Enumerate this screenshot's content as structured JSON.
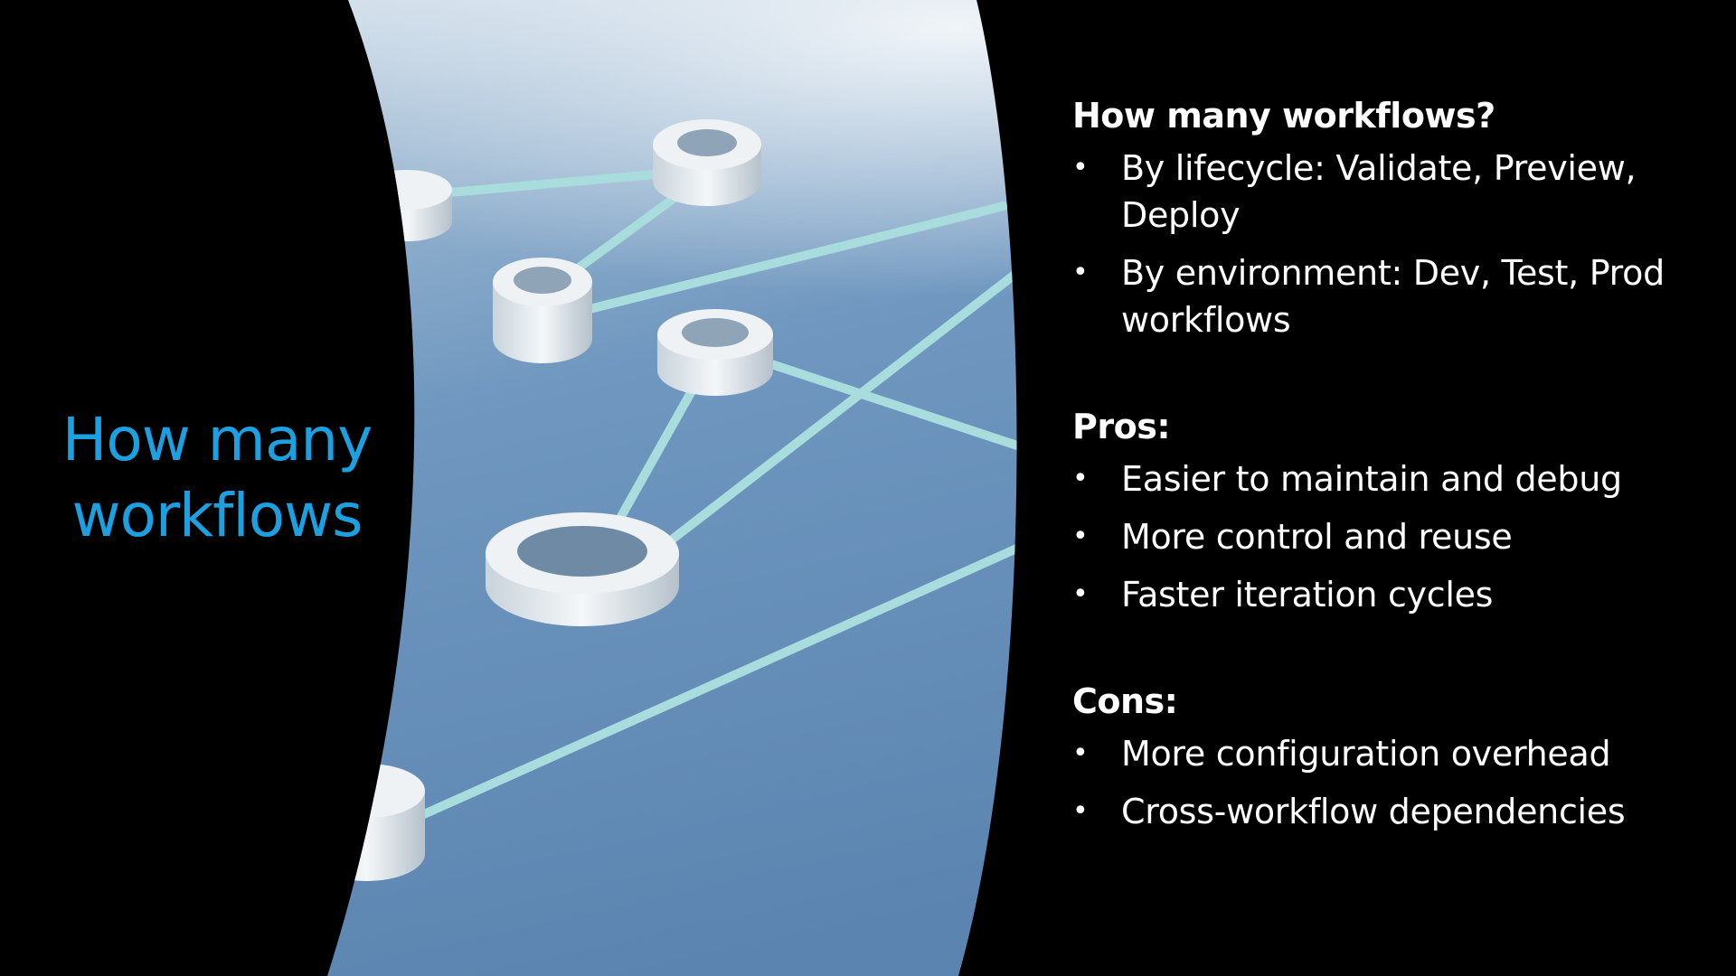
{
  "slide": {
    "title_lines": [
      "How many",
      "workflows"
    ],
    "accent_color": "#1ba1e2",
    "text_color": "#ffffff",
    "background_color": "#000000",
    "bullet_glyph": "•",
    "image": {
      "subject": "network-of-rings-image"
    },
    "sections": [
      {
        "heading": "How many workflows?",
        "bullets": [
          "By lifecycle: Validate, Preview, Deploy",
          "By environment: Dev, Test, Prod workflows"
        ]
      },
      {
        "heading": "Pros:",
        "bullets": [
          "Easier to maintain and debug",
          "More control and reuse",
          "Faster iteration cycles"
        ]
      },
      {
        "heading": "Cons:",
        "bullets": [
          "More configuration overhead",
          "Cross-workflow dependencies"
        ]
      }
    ]
  }
}
